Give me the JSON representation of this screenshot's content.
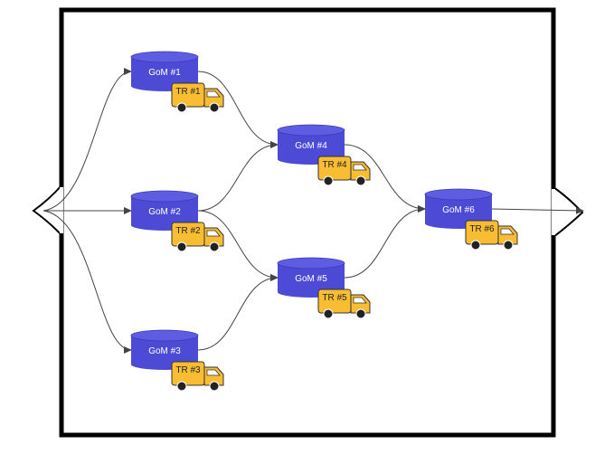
{
  "colors": {
    "frame": "#000000",
    "storage": "#4d4bd6",
    "storage_top": "#5e5ce0",
    "truck": "#f9bd33",
    "truck_outline": "#333333",
    "wheel": "#222222",
    "arrow": "#444444"
  },
  "icons": {
    "storage": "cylinder-icon",
    "transport": "truck-icon"
  },
  "storages": [
    {
      "id": "gom1",
      "label": "GoM #1"
    },
    {
      "id": "gom2",
      "label": "GoM #2"
    },
    {
      "id": "gom3",
      "label": "GoM #3"
    },
    {
      "id": "gom4",
      "label": "GoM #4"
    },
    {
      "id": "gom5",
      "label": "GoM #5"
    },
    {
      "id": "gom6",
      "label": "GoM #6"
    }
  ],
  "trucks": [
    {
      "id": "tr1",
      "label": "TR #1"
    },
    {
      "id": "tr2",
      "label": "TR #2"
    },
    {
      "id": "tr3",
      "label": "TR #3"
    },
    {
      "id": "tr4",
      "label": "TR #4"
    },
    {
      "id": "tr5",
      "label": "TR #5"
    },
    {
      "id": "tr6",
      "label": "TR #6"
    }
  ],
  "edges": [
    {
      "from": "input",
      "to": "gom1"
    },
    {
      "from": "input",
      "to": "gom2"
    },
    {
      "from": "input",
      "to": "gom3"
    },
    {
      "from": "gom1",
      "to": "gom4"
    },
    {
      "from": "gom2",
      "to": "gom4"
    },
    {
      "from": "gom2",
      "to": "gom5"
    },
    {
      "from": "gom3",
      "to": "gom5"
    },
    {
      "from": "gom4",
      "to": "gom6"
    },
    {
      "from": "gom5",
      "to": "gom6"
    },
    {
      "from": "gom6",
      "to": "output"
    }
  ]
}
